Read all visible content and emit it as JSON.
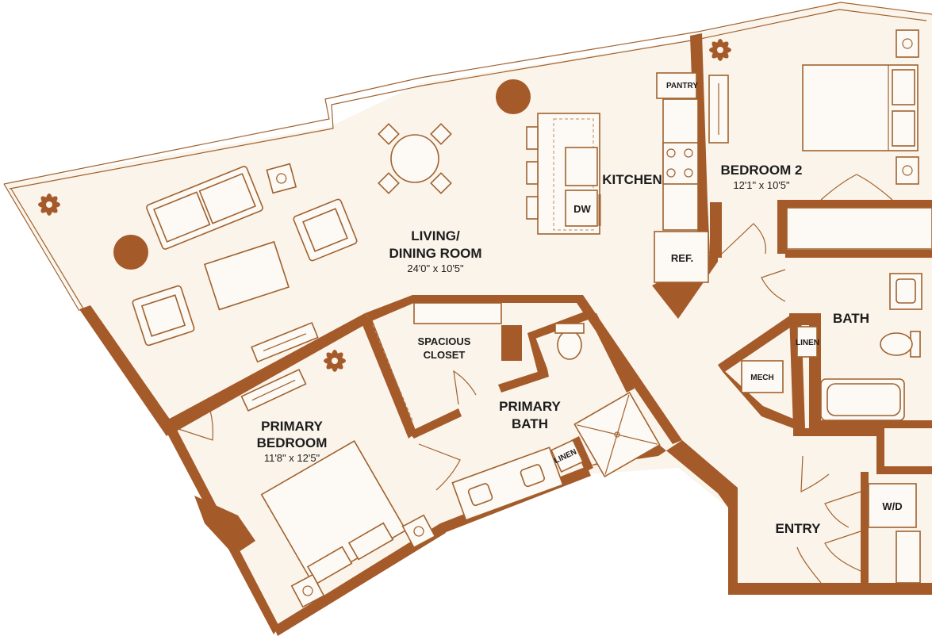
{
  "rooms": {
    "living": {
      "name_line1": "LIVING/",
      "name_line2": "DINING ROOM",
      "dims": "24'0\" x 10'5\""
    },
    "kitchen": {
      "name": "KITCHEN"
    },
    "bedroom2": {
      "name": "BEDROOM 2",
      "dims": "12'1\" x 10'5\""
    },
    "bath": {
      "name": "BATH"
    },
    "primary_bedroom": {
      "name_line1": "PRIMARY",
      "name_line2": "BEDROOM",
      "dims": "11'8\" x 12'5\""
    },
    "primary_bath": {
      "name_line1": "PRIMARY",
      "name_line2": "BATH"
    },
    "closet": {
      "name_line1": "SPACIOUS",
      "name_line2": "CLOSET"
    },
    "entry": {
      "name": "ENTRY"
    }
  },
  "fixtures": {
    "pantry": "PANTRY",
    "dishwasher": "DW",
    "refrigerator": "REF.",
    "linen_bath": "LINEN",
    "linen_primary": "LINEN",
    "mech": "MECH",
    "washer_dryer": "W/D"
  },
  "colors": {
    "wall": "#a55a2a",
    "floor": "#fbf4ea",
    "furniture_outline": "#a0622f"
  }
}
